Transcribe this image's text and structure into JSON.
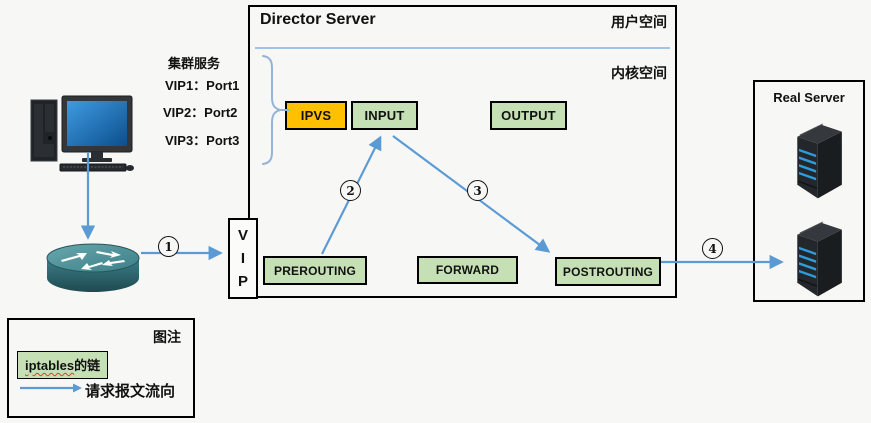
{
  "director": {
    "title": "Director Server",
    "user_space_label": "用户空间",
    "kernel_space_label": "内核空间",
    "ipvs_label": "IPVS",
    "input_label": "INPUT",
    "output_label": "OUTPUT",
    "prerouting_label": "PREROUTING",
    "forward_label": "FORWARD",
    "postrouting_label": "POSTROUTING"
  },
  "cluster_service": {
    "title": "集群服务",
    "entries": [
      "VIP1：Port1",
      "VIP2：Port2",
      "VIP3：Port3"
    ]
  },
  "vip": {
    "letters": [
      "V",
      "I",
      "P"
    ]
  },
  "real_server": {
    "title": "Real Server"
  },
  "flow": {
    "steps": [
      "1",
      "2",
      "3",
      "4"
    ]
  },
  "legend": {
    "title": "图注",
    "chain_word": "iptables",
    "chain_suffix": "的链",
    "flow_label": "请求报文流向"
  },
  "colors": {
    "chain_green": "#C5E0B4",
    "ipvs_orange": "#FFC000",
    "arrow_blue": "#5B9BD5",
    "divider_blue": "#9DC3E6",
    "brace_blue": "#95B3D7",
    "box_border": "#000000",
    "squiggle_red": "#E03C31"
  },
  "icons": {
    "client": "desktop-computer-icon",
    "router": "router-icon",
    "server": "server-tower-icon"
  }
}
